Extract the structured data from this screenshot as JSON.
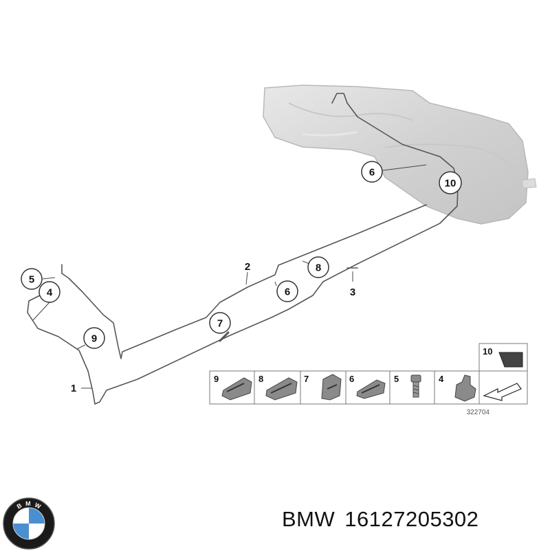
{
  "diagram": {
    "callouts": {
      "c6_top": "6",
      "c10_top": "10",
      "c5": "5",
      "c4": "4",
      "c9": "9",
      "c1": "1",
      "c2": "2",
      "c8": "8",
      "c6_mid": "6",
      "c3": "3",
      "c7": "7"
    },
    "parts_table": {
      "top_item": "10",
      "items": [
        "9",
        "8",
        "7",
        "6",
        "5",
        "4"
      ]
    },
    "reference_number": "322704"
  },
  "logo": {
    "letters": [
      "B",
      "M",
      "W"
    ]
  },
  "caption": {
    "brand": "BMW",
    "part_number": "16127205302"
  },
  "colors": {
    "line": "#555555",
    "tank": "#d9d9d9",
    "logo_blue": "#4a8fd0",
    "logo_ring": "#1a1a1a"
  }
}
